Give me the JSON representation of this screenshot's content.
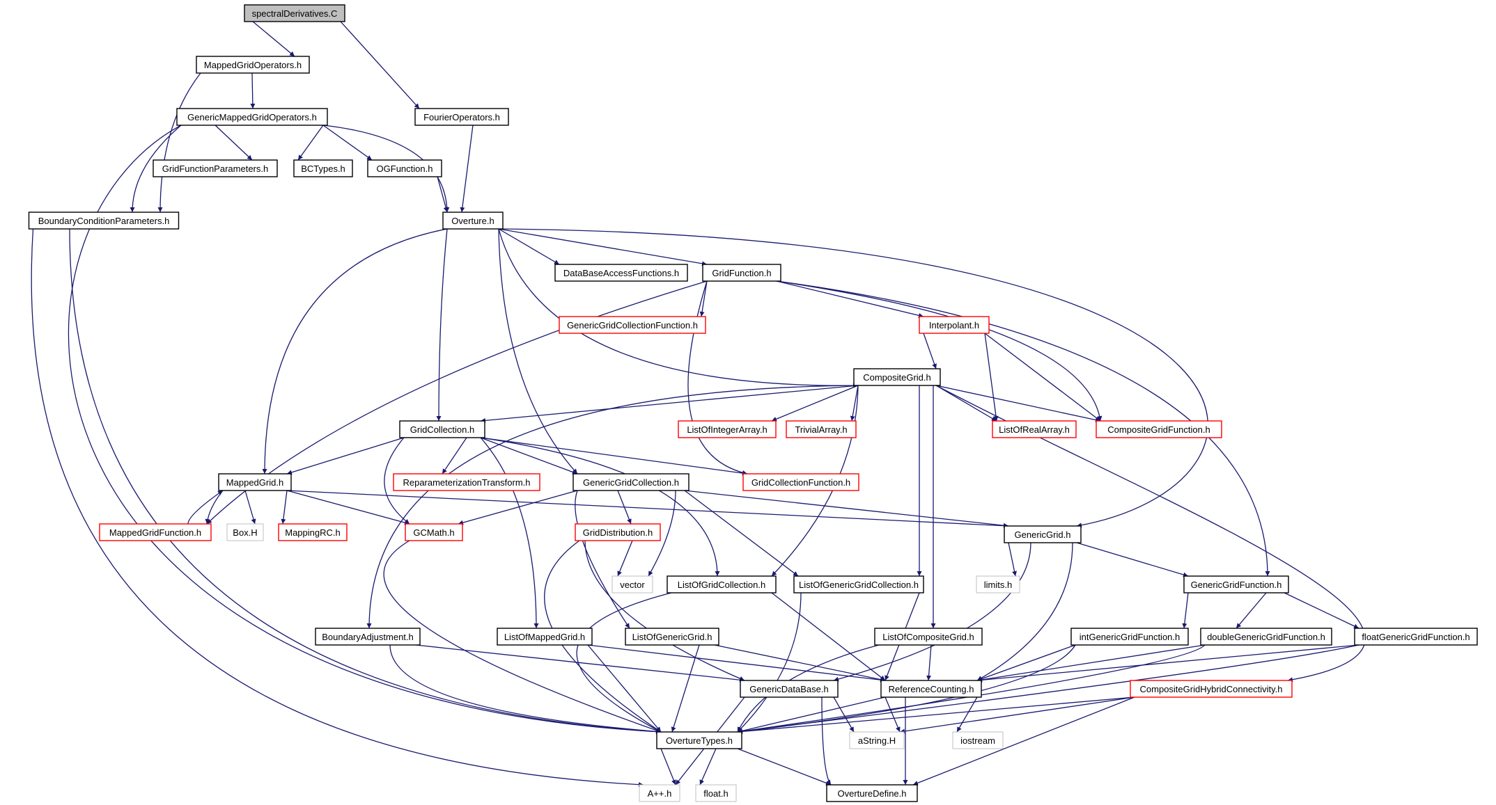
{
  "diagram": {
    "colors": {
      "edge": "#191970",
      "box_black": "#000000",
      "box_red": "#ff0000",
      "box_gray": "#bfbfbf",
      "root_fill": "#bfbfbf",
      "text": "#000000"
    },
    "nodes": [
      {
        "id": "spectralDerivatives_C",
        "label": "spectralDerivatives.C",
        "style": "root"
      },
      {
        "id": "MappedGridOperators_h",
        "label": "MappedGridOperators.h",
        "style": "black"
      },
      {
        "id": "FourierOperators_h",
        "label": "FourierOperators.h",
        "style": "black"
      },
      {
        "id": "GenericMappedGridOperators_h",
        "label": "GenericMappedGridOperators.h",
        "style": "black"
      },
      {
        "id": "GridFunctionParameters_h",
        "label": "GridFunctionParameters.h",
        "style": "black"
      },
      {
        "id": "BCTypes_h",
        "label": "BCTypes.h",
        "style": "black"
      },
      {
        "id": "OGFunction_h",
        "label": "OGFunction.h",
        "style": "black"
      },
      {
        "id": "BoundaryConditionParameters_h",
        "label": "BoundaryConditionParameters.h",
        "style": "black"
      },
      {
        "id": "Overture_h",
        "label": "Overture.h",
        "style": "black"
      },
      {
        "id": "DataBaseAccessFunctions_h",
        "label": "DataBaseAccessFunctions.h",
        "style": "black"
      },
      {
        "id": "GridFunction_h",
        "label": "GridFunction.h",
        "style": "black"
      },
      {
        "id": "GenericGridCollectionFunction_h",
        "label": "GenericGridCollectionFunction.h",
        "style": "red"
      },
      {
        "id": "Interpolant_h",
        "label": "Interpolant.h",
        "style": "red"
      },
      {
        "id": "CompositeGrid_h",
        "label": "CompositeGrid.h",
        "style": "black"
      },
      {
        "id": "GridCollection_h",
        "label": "GridCollection.h",
        "style": "black"
      },
      {
        "id": "ListOfIntegerArray_h",
        "label": "ListOfIntegerArray.h",
        "style": "red"
      },
      {
        "id": "TrivialArray_h",
        "label": "TrivialArray.h",
        "style": "red"
      },
      {
        "id": "ListOfRealArray_h",
        "label": "ListOfRealArray.h",
        "style": "red"
      },
      {
        "id": "CompositeGridFunction_h",
        "label": "CompositeGridFunction.h",
        "style": "red"
      },
      {
        "id": "MappedGrid_h",
        "label": "MappedGrid.h",
        "style": "black"
      },
      {
        "id": "ReparameterizationTransform_h",
        "label": "ReparameterizationTransform.h",
        "style": "red"
      },
      {
        "id": "GenericGridCollection_h",
        "label": "GenericGridCollection.h",
        "style": "black"
      },
      {
        "id": "GridCollectionFunction_h",
        "label": "GridCollectionFunction.h",
        "style": "red"
      },
      {
        "id": "MappedGridFunction_h",
        "label": "MappedGridFunction.h",
        "style": "red"
      },
      {
        "id": "Box_H",
        "label": "Box.H",
        "style": "gray"
      },
      {
        "id": "MappingRC_h",
        "label": "MappingRC.h",
        "style": "red"
      },
      {
        "id": "GCMath_h",
        "label": "GCMath.h",
        "style": "red"
      },
      {
        "id": "GridDistribution_h",
        "label": "GridDistribution.h",
        "style": "red"
      },
      {
        "id": "GenericGrid_h",
        "label": "GenericGrid.h",
        "style": "black"
      },
      {
        "id": "vector",
        "label": "vector",
        "style": "gray"
      },
      {
        "id": "ListOfGridCollection_h",
        "label": "ListOfGridCollection.h",
        "style": "black"
      },
      {
        "id": "ListOfGenericGridCollection_h",
        "label": "ListOfGenericGridCollection.h",
        "style": "black"
      },
      {
        "id": "limits_h",
        "label": "limits.h",
        "style": "gray"
      },
      {
        "id": "GenericGridFunction_h",
        "label": "GenericGridFunction.h",
        "style": "black"
      },
      {
        "id": "BoundaryAdjustment_h",
        "label": "BoundaryAdjustment.h",
        "style": "black"
      },
      {
        "id": "ListOfMappedGrid_h",
        "label": "ListOfMappedGrid.h",
        "style": "black"
      },
      {
        "id": "ListOfGenericGrid_h",
        "label": "ListOfGenericGrid.h",
        "style": "black"
      },
      {
        "id": "ListOfCompositeGrid_h",
        "label": "ListOfCompositeGrid.h",
        "style": "black"
      },
      {
        "id": "intGenericGridFunction_h",
        "label": "intGenericGridFunction.h",
        "style": "black"
      },
      {
        "id": "doubleGenericGridFunction_h",
        "label": "doubleGenericGridFunction.h",
        "style": "black"
      },
      {
        "id": "floatGenericGridFunction_h",
        "label": "floatGenericGridFunction.h",
        "style": "black"
      },
      {
        "id": "GenericDataBase_h",
        "label": "GenericDataBase.h",
        "style": "black"
      },
      {
        "id": "ReferenceCounting_h",
        "label": "ReferenceCounting.h",
        "style": "black"
      },
      {
        "id": "CompositeGridHybridConnectivity_h",
        "label": "CompositeGridHybridConnectivity.h",
        "style": "red"
      },
      {
        "id": "OvertureTypes_h",
        "label": "OvertureTypes.h",
        "style": "black"
      },
      {
        "id": "aString_H",
        "label": "aString.H",
        "style": "gray"
      },
      {
        "id": "iostream",
        "label": "iostream",
        "style": "gray"
      },
      {
        "id": "App_h",
        "label": "A++.h",
        "style": "gray"
      },
      {
        "id": "float_h",
        "label": "float.h",
        "style": "gray"
      },
      {
        "id": "OvertureDefine_h",
        "label": "OvertureDefine.h",
        "style": "black"
      }
    ],
    "edges": [
      [
        "spectralDerivatives_C",
        "MappedGridOperators_h"
      ],
      [
        "spectralDerivatives_C",
        "FourierOperators_h"
      ],
      [
        "MappedGridOperators_h",
        "GenericMappedGridOperators_h"
      ],
      [
        "MappedGridOperators_h",
        "BoundaryConditionParameters_h"
      ],
      [
        "FourierOperators_h",
        "Overture_h"
      ],
      [
        "GenericMappedGridOperators_h",
        "GridFunctionParameters_h"
      ],
      [
        "GenericMappedGridOperators_h",
        "BCTypes_h"
      ],
      [
        "GenericMappedGridOperators_h",
        "OGFunction_h"
      ],
      [
        "GenericMappedGridOperators_h",
        "BoundaryConditionParameters_h"
      ],
      [
        "GenericMappedGridOperators_h",
        "Overture_h"
      ],
      [
        "GenericMappedGridOperators_h",
        "OvertureTypes_h"
      ],
      [
        "OGFunction_h",
        "Overture_h"
      ],
      [
        "BoundaryConditionParameters_h",
        "OvertureTypes_h"
      ],
      [
        "BoundaryConditionParameters_h",
        "App_h"
      ],
      [
        "Overture_h",
        "DataBaseAccessFunctions_h"
      ],
      [
        "Overture_h",
        "GridFunction_h"
      ],
      [
        "Overture_h",
        "CompositeGrid_h"
      ],
      [
        "Overture_h",
        "GridCollection_h"
      ],
      [
        "Overture_h",
        "MappedGrid_h"
      ],
      [
        "Overture_h",
        "GenericGridCollection_h"
      ],
      [
        "Overture_h",
        "GenericGrid_h"
      ],
      [
        "GridFunction_h",
        "GenericGridCollectionFunction_h"
      ],
      [
        "GridFunction_h",
        "Interpolant_h"
      ],
      [
        "GridFunction_h",
        "CompositeGridFunction_h"
      ],
      [
        "GridFunction_h",
        "GridCollectionFunction_h"
      ],
      [
        "GridFunction_h",
        "MappedGridFunction_h"
      ],
      [
        "GridFunction_h",
        "GenericGridFunction_h"
      ],
      [
        "Interpolant_h",
        "CompositeGrid_h"
      ],
      [
        "Interpolant_h",
        "ListOfRealArray_h"
      ],
      [
        "Interpolant_h",
        "CompositeGridFunction_h"
      ],
      [
        "CompositeGrid_h",
        "GridCollection_h"
      ],
      [
        "CompositeGrid_h",
        "ListOfIntegerArray_h"
      ],
      [
        "CompositeGrid_h",
        "TrivialArray_h"
      ],
      [
        "CompositeGrid_h",
        "ListOfRealArray_h"
      ],
      [
        "CompositeGrid_h",
        "CompositeGridFunction_h"
      ],
      [
        "CompositeGrid_h",
        "BoundaryAdjustment_h"
      ],
      [
        "CompositeGrid_h",
        "ListOfGridCollection_h"
      ],
      [
        "CompositeGrid_h",
        "ListOfGenericGridCollection_h"
      ],
      [
        "CompositeGrid_h",
        "ListOfCompositeGrid_h"
      ],
      [
        "CompositeGrid_h",
        "CompositeGridHybridConnectivity_h"
      ],
      [
        "GridCollection_h",
        "MappedGrid_h"
      ],
      [
        "GridCollection_h",
        "ReparameterizationTransform_h"
      ],
      [
        "GridCollection_h",
        "GenericGridCollection_h"
      ],
      [
        "GridCollection_h",
        "GridCollectionFunction_h"
      ],
      [
        "GridCollection_h",
        "GCMath_h"
      ],
      [
        "GridCollection_h",
        "ListOfMappedGrid_h"
      ],
      [
        "GridCollection_h",
        "ListOfGridCollection_h"
      ],
      [
        "MappedGrid_h",
        "MappedGridFunction_h"
      ],
      [
        "MappedGridFunction_h",
        "MappedGrid_h"
      ],
      [
        "MappedGrid_h",
        "Box_H"
      ],
      [
        "MappedGrid_h",
        "MappingRC_h"
      ],
      [
        "MappedGrid_h",
        "GCMath_h"
      ],
      [
        "MappedGrid_h",
        "GenericGrid_h"
      ],
      [
        "GenericGridCollection_h",
        "GCMath_h"
      ],
      [
        "GenericGridCollection_h",
        "GridDistribution_h"
      ],
      [
        "GenericGridCollection_h",
        "vector"
      ],
      [
        "GenericGridCollection_h",
        "GenericGrid_h"
      ],
      [
        "GenericGridCollection_h",
        "ListOfGenericGridCollection_h"
      ],
      [
        "GenericGridCollection_h",
        "ListOfGenericGrid_h"
      ],
      [
        "GridDistribution_h",
        "vector"
      ],
      [
        "GridDistribution_h",
        "OvertureTypes_h"
      ],
      [
        "GridDistribution_h",
        "GenericDataBase_h"
      ],
      [
        "GCMath_h",
        "OvertureTypes_h"
      ],
      [
        "GenericGrid_h",
        "limits_h"
      ],
      [
        "GenericGrid_h",
        "GenericGridFunction_h"
      ],
      [
        "GenericGrid_h",
        "ReferenceCounting_h"
      ],
      [
        "GenericGrid_h",
        "GenericDataBase_h"
      ],
      [
        "GenericGridFunction_h",
        "intGenericGridFunction_h"
      ],
      [
        "GenericGridFunction_h",
        "doubleGenericGridFunction_h"
      ],
      [
        "GenericGridFunction_h",
        "floatGenericGridFunction_h"
      ],
      [
        "ListOfGridCollection_h",
        "ReferenceCounting_h"
      ],
      [
        "ListOfGridCollection_h",
        "OvertureTypes_h"
      ],
      [
        "ListOfGenericGridCollection_h",
        "ReferenceCounting_h"
      ],
      [
        "ListOfGenericGridCollection_h",
        "OvertureTypes_h"
      ],
      [
        "BoundaryAdjustment_h",
        "OvertureTypes_h"
      ],
      [
        "BoundaryAdjustment_h",
        "GenericDataBase_h"
      ],
      [
        "ListOfMappedGrid_h",
        "OvertureTypes_h"
      ],
      [
        "ListOfMappedGrid_h",
        "ReferenceCounting_h"
      ],
      [
        "ListOfGenericGrid_h",
        "OvertureTypes_h"
      ],
      [
        "ListOfGenericGrid_h",
        "ReferenceCounting_h"
      ],
      [
        "ListOfCompositeGrid_h",
        "ReferenceCounting_h"
      ],
      [
        "ListOfCompositeGrid_h",
        "OvertureTypes_h"
      ],
      [
        "intGenericGridFunction_h",
        "ReferenceCounting_h"
      ],
      [
        "intGenericGridFunction_h",
        "OvertureTypes_h"
      ],
      [
        "doubleGenericGridFunction_h",
        "ReferenceCounting_h"
      ],
      [
        "doubleGenericGridFunction_h",
        "OvertureTypes_h"
      ],
      [
        "floatGenericGridFunction_h",
        "ReferenceCounting_h"
      ],
      [
        "floatGenericGridFunction_h",
        "OvertureTypes_h"
      ],
      [
        "GenericDataBase_h",
        "aString_H"
      ],
      [
        "GenericDataBase_h",
        "OvertureDefine_h"
      ],
      [
        "GenericDataBase_h",
        "App_h"
      ],
      [
        "ReferenceCounting_h",
        "OvertureTypes_h"
      ],
      [
        "ReferenceCounting_h",
        "aString_H"
      ],
      [
        "ReferenceCounting_h",
        "iostream"
      ],
      [
        "ReferenceCounting_h",
        "OvertureDefine_h"
      ],
      [
        "CompositeGridHybridConnectivity_h",
        "OvertureTypes_h"
      ],
      [
        "CompositeGridHybridConnectivity_h",
        "aString_H"
      ],
      [
        "CompositeGridHybridConnectivity_h",
        "OvertureDefine_h"
      ],
      [
        "OvertureTypes_h",
        "App_h"
      ],
      [
        "OvertureTypes_h",
        "float_h"
      ],
      [
        "OvertureTypes_h",
        "OvertureDefine_h"
      ]
    ]
  }
}
